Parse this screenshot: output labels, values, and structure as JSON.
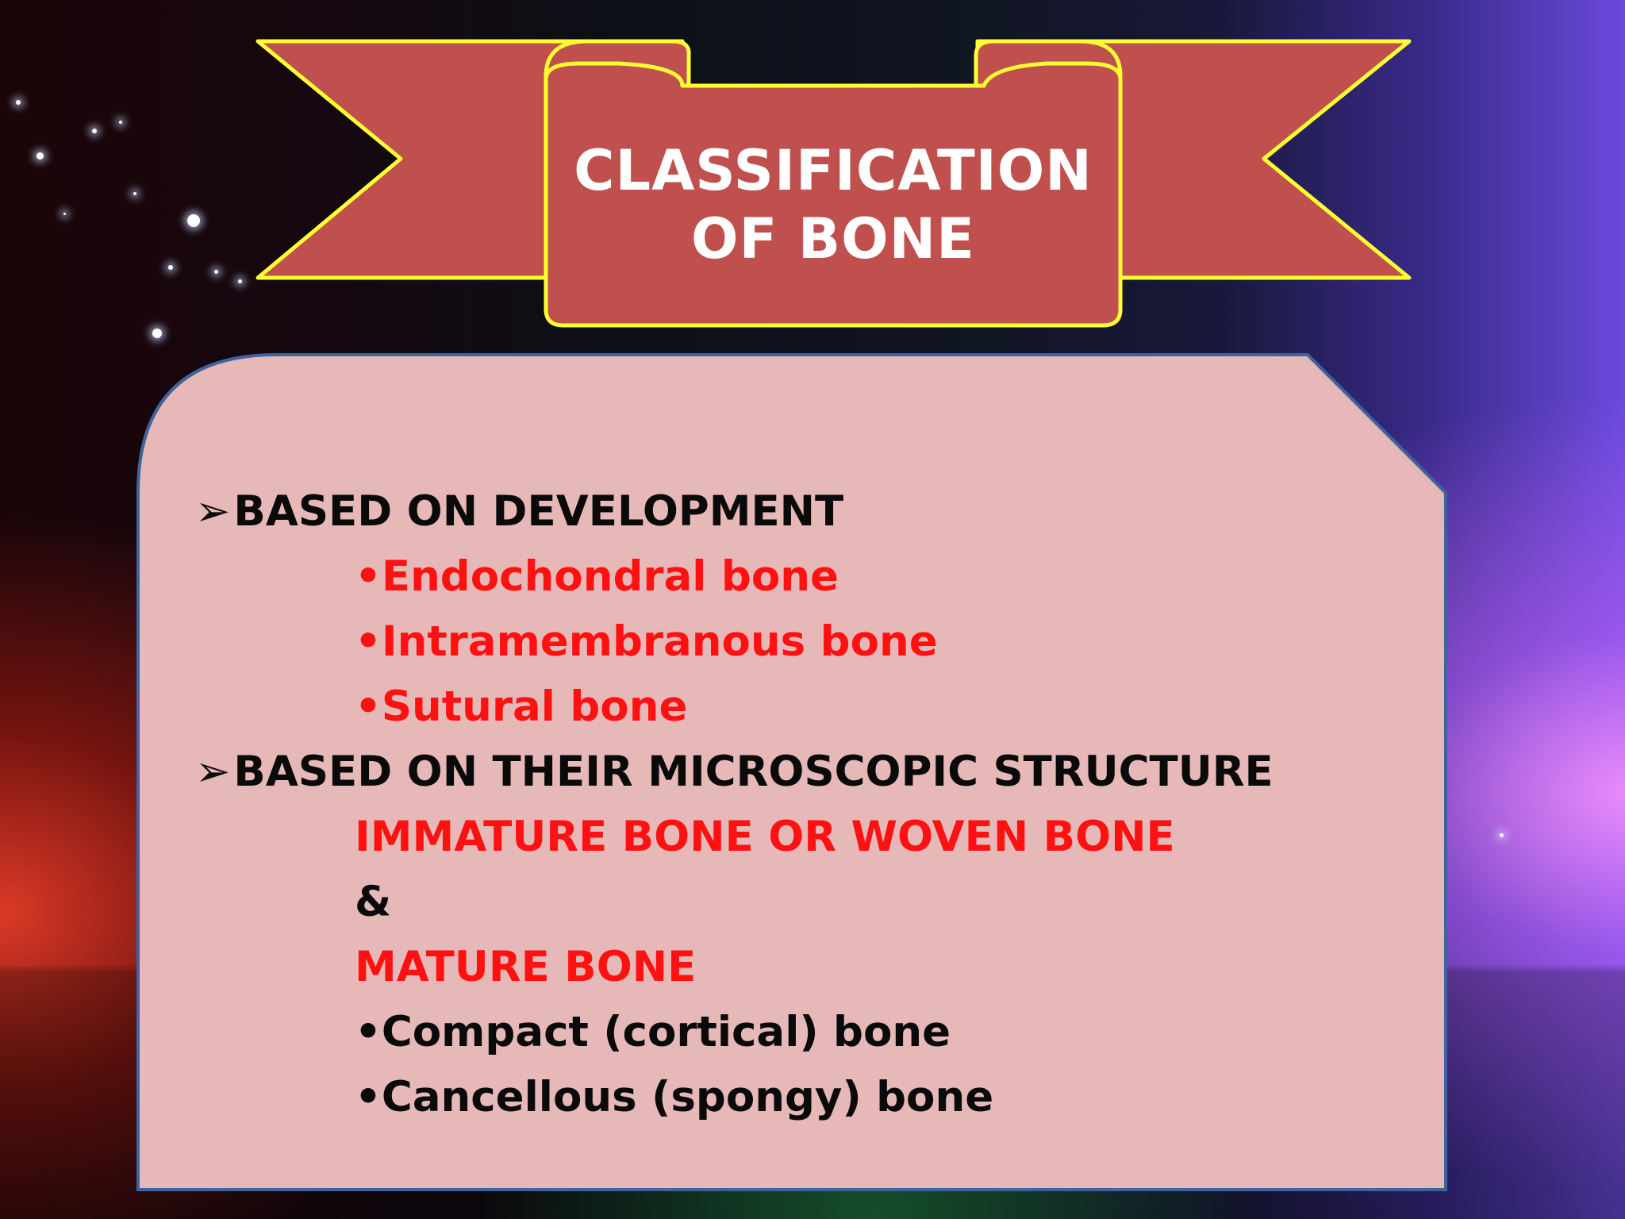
{
  "slide": {
    "title": "CLASSIFICATION\nOF BONE",
    "sections": [
      {
        "heading": "BASED ON DEVELOPMENT",
        "items": [
          {
            "text": "•Endochondral bone",
            "color": "#ff1111"
          },
          {
            "text": "•Intramembranous bone",
            "color": "#ff1111"
          },
          {
            "text": "•Sutural bone",
            "color": "#ff1111"
          }
        ]
      },
      {
        "heading": "BASED ON THEIR MICROSCOPIC STRUCTURE",
        "items": [
          {
            "text": "IMMATURE BONE OR WOVEN BONE",
            "color": "#ff1111"
          },
          {
            "text": "&",
            "color": "#0a0a0a"
          },
          {
            "text": "MATURE BONE",
            "color": "#ff1111"
          },
          {
            "text": "•Compact (cortical) bone",
            "color": "#0a0a0a"
          },
          {
            "text": "•Cancellous (spongy) bone",
            "color": "#0a0a0a"
          }
        ]
      }
    ],
    "heading_marker": "➢"
  },
  "colors": {
    "banner_fill": "#c0504d",
    "banner_outline": "#ffff33",
    "panel_fill": "#e6b8b7",
    "panel_outline": "#41639c",
    "heading_text": "#0a0a0a",
    "item_red": "#ff1111"
  }
}
